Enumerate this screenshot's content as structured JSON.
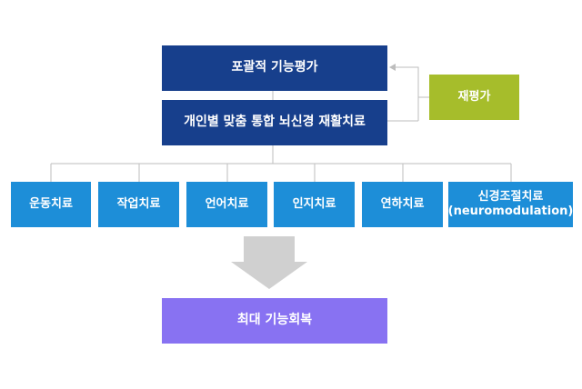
{
  "diagram": {
    "top_box": "포괄적 기능평가",
    "second_box": "개인별 맞춤 통합 뇌신경 재활치료",
    "side_box": "재평가",
    "therapies": [
      {
        "line1": "운동치료",
        "line2": ""
      },
      {
        "line1": "작업치료",
        "line2": ""
      },
      {
        "line1": "언어치료",
        "line2": ""
      },
      {
        "line1": "인지치료",
        "line2": ""
      },
      {
        "line1": "연하치료",
        "line2": ""
      },
      {
        "line1": "신경조절치료",
        "line2": "(neuromodulation)"
      }
    ],
    "result_box": "최대 기능회복"
  },
  "colors": {
    "navy": "#173f8c",
    "blue": "#1d8ed8",
    "green": "#a6bd2b",
    "purple": "#8872f2",
    "connector": "#bdbdbd",
    "arrow": "#d0d0d0"
  }
}
